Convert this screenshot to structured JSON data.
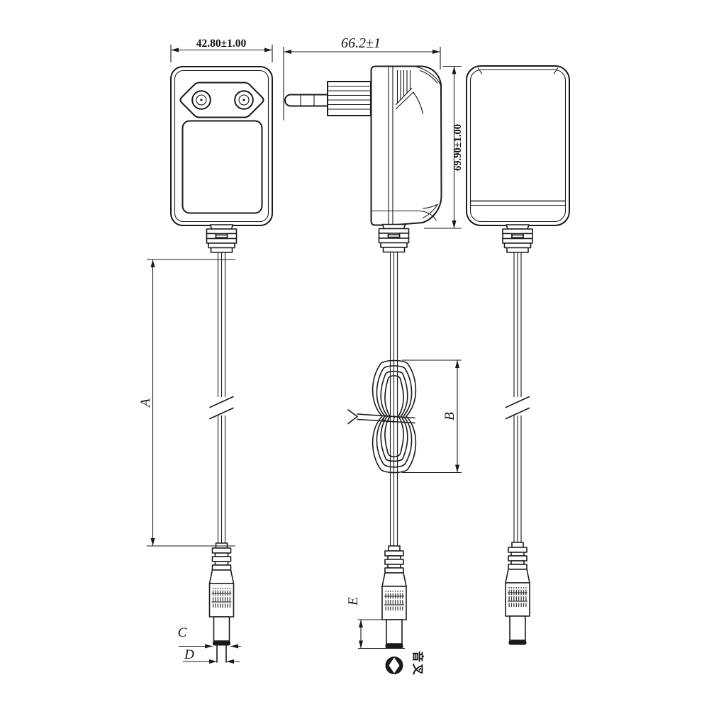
{
  "drawing": {
    "labels": {
      "front_width": "42.80±1.00",
      "side_width": "66.2±1",
      "side_height": "69.90±1.00",
      "cable_length": "A",
      "coil_length": "B",
      "tip_outer_diameter": "C",
      "tip_pin_diameter": "D",
      "barrel_length": "E",
      "plug_type": "音叉"
    },
    "colors": {
      "line": "#1a1a1a",
      "background": "#ffffff"
    }
  }
}
